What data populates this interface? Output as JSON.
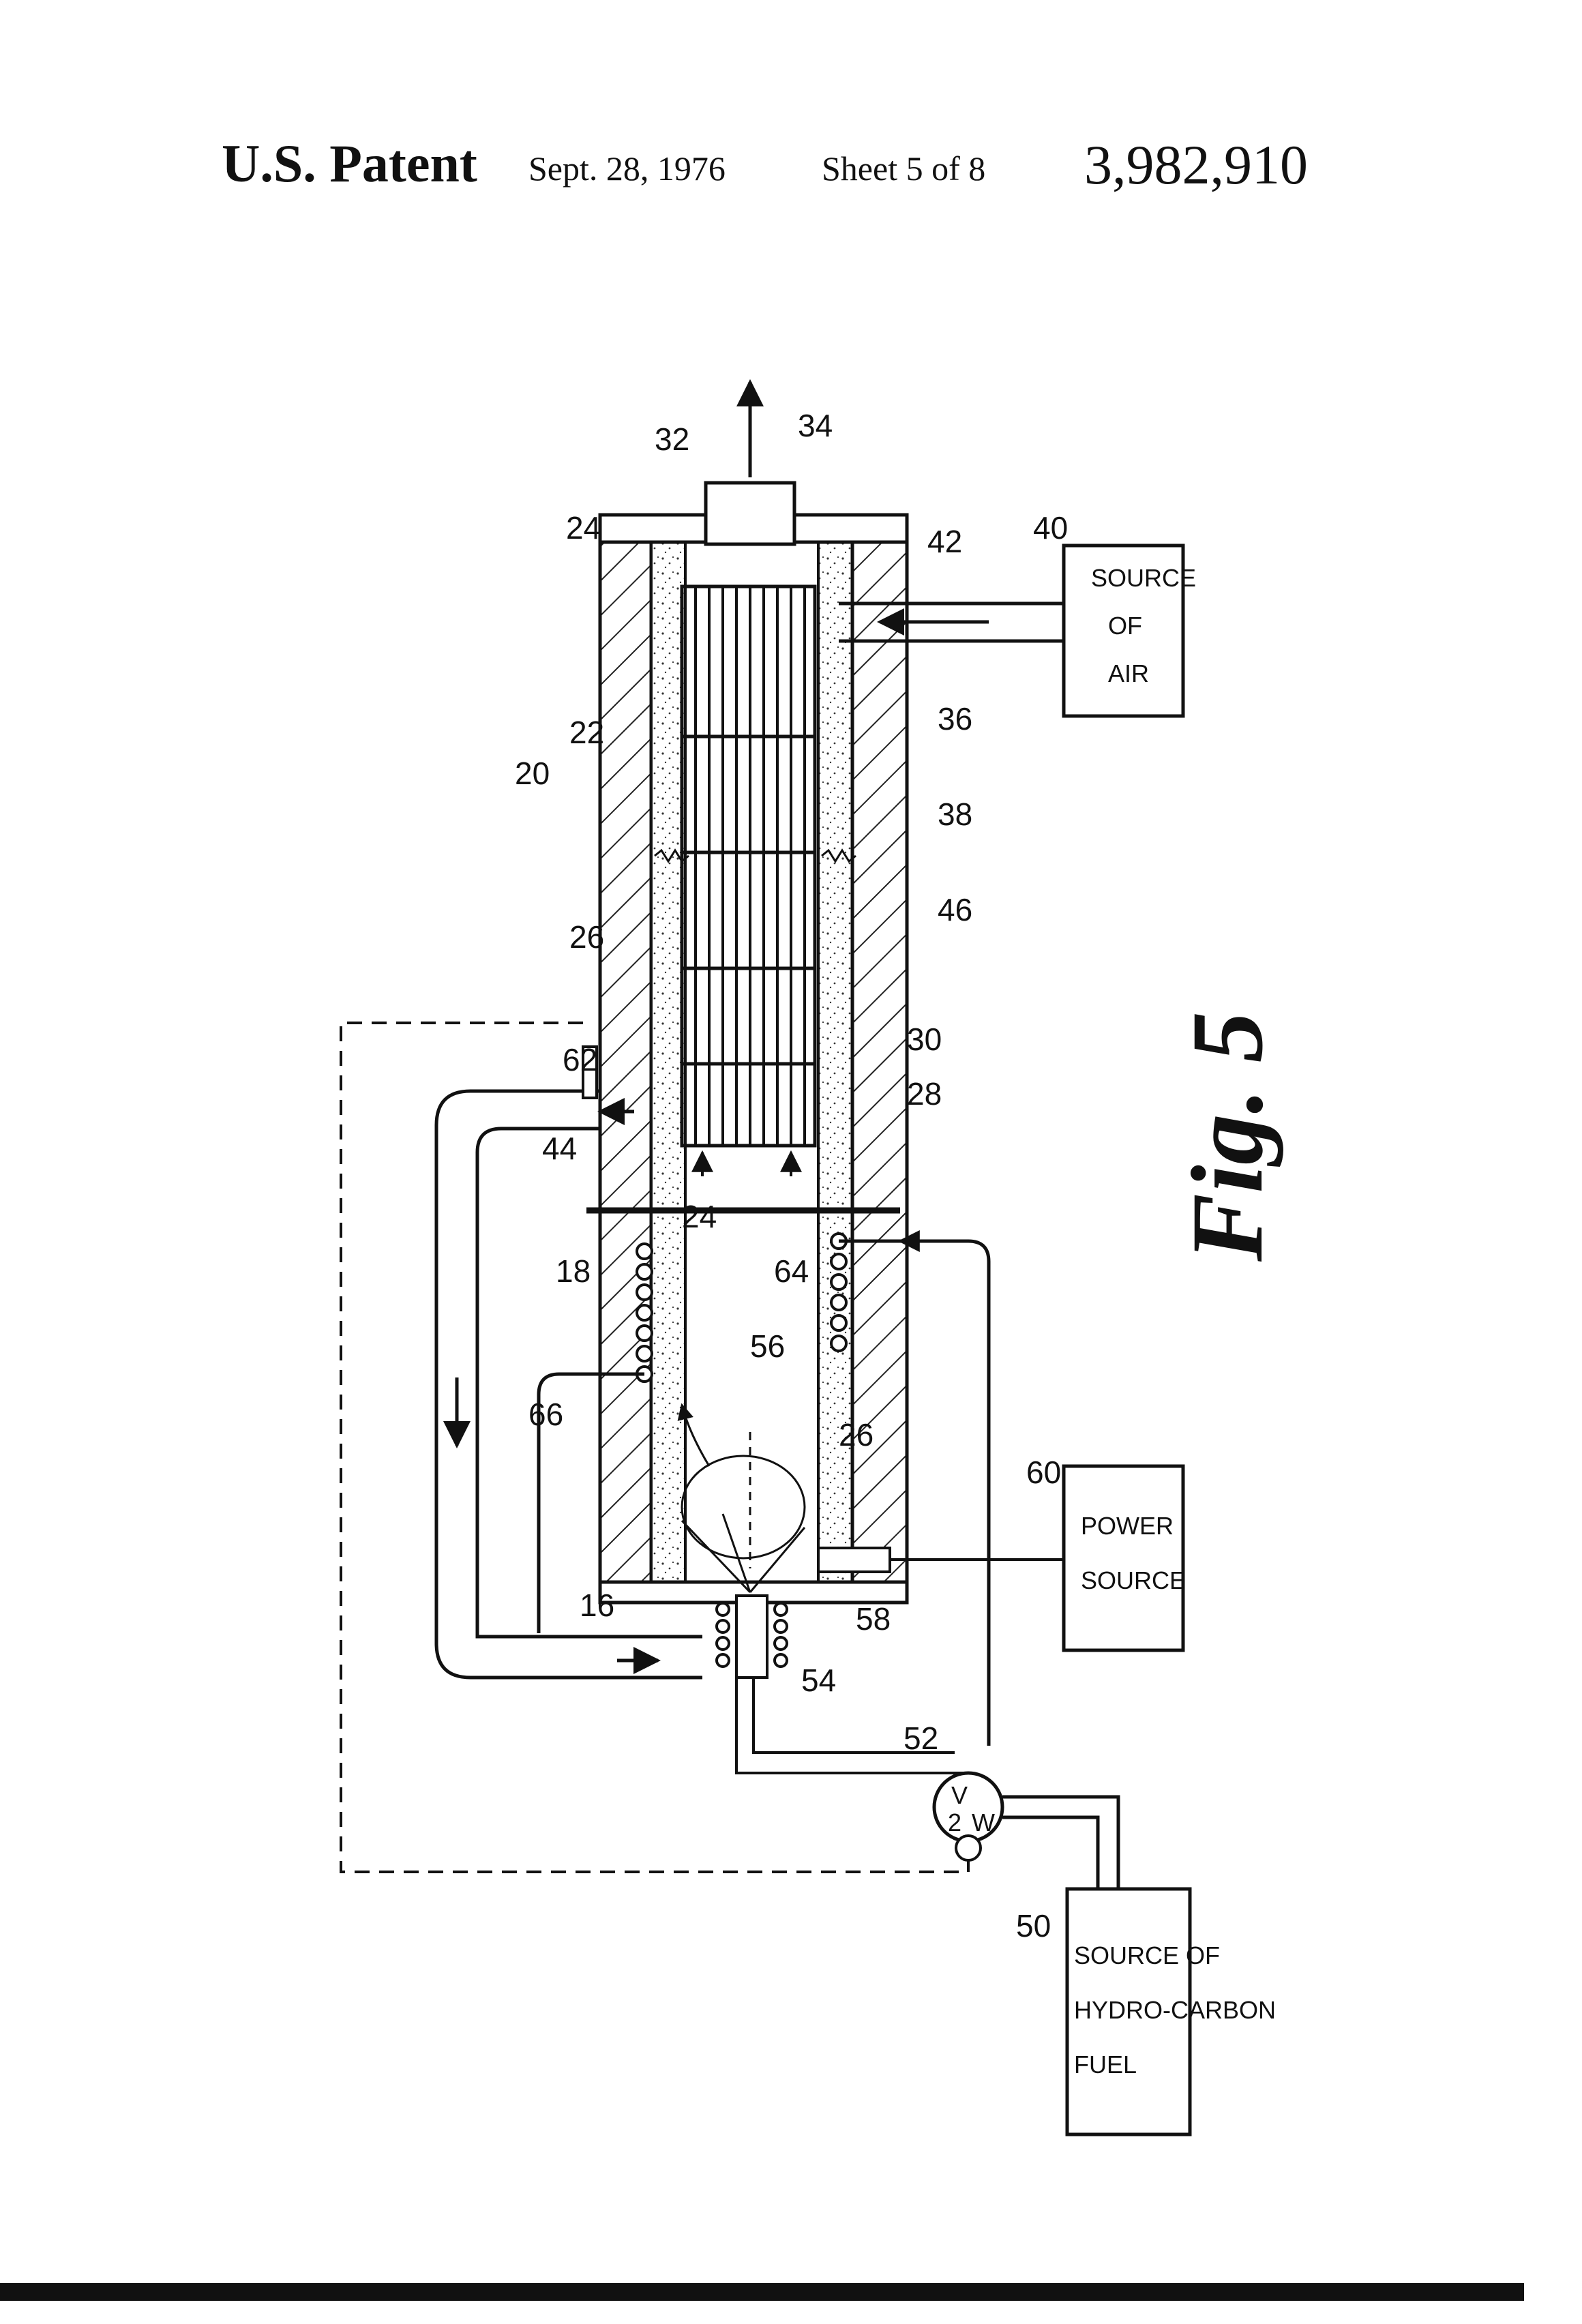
{
  "header": {
    "patent": "U.S. Patent",
    "date": "Sept. 28, 1976",
    "sheet": "Sheet 5 of 8",
    "number": "3,982,910"
  },
  "figure": {
    "caption": "Fig. 5",
    "ref_labels": {
      "r16": "16",
      "r18": "18",
      "r20": "20",
      "r22": "22",
      "r24a": "24",
      "r24b": "24",
      "r26a": "26",
      "r26b": "26",
      "r28": "28",
      "r30": "30",
      "r32": "32",
      "r34": "34",
      "r36": "36",
      "r38": "38",
      "r40": "40",
      "r42": "42",
      "r44": "44",
      "r46": "46",
      "r50": "50",
      "r52": "52",
      "r54": "54",
      "r56": "56",
      "r58": "58",
      "r60": "60",
      "r62": "62",
      "r64": "64",
      "r66": "66"
    },
    "boxes": {
      "air": [
        "SOURCE",
        "OF",
        "AIR"
      ],
      "power": [
        "POWER",
        "SOURCE"
      ],
      "fuel": [
        "SOURCE OF",
        "HYDRO-CARBON",
        "FUEL"
      ]
    },
    "valve": {
      "v": "V",
      "two": "2",
      "w": "W"
    }
  }
}
